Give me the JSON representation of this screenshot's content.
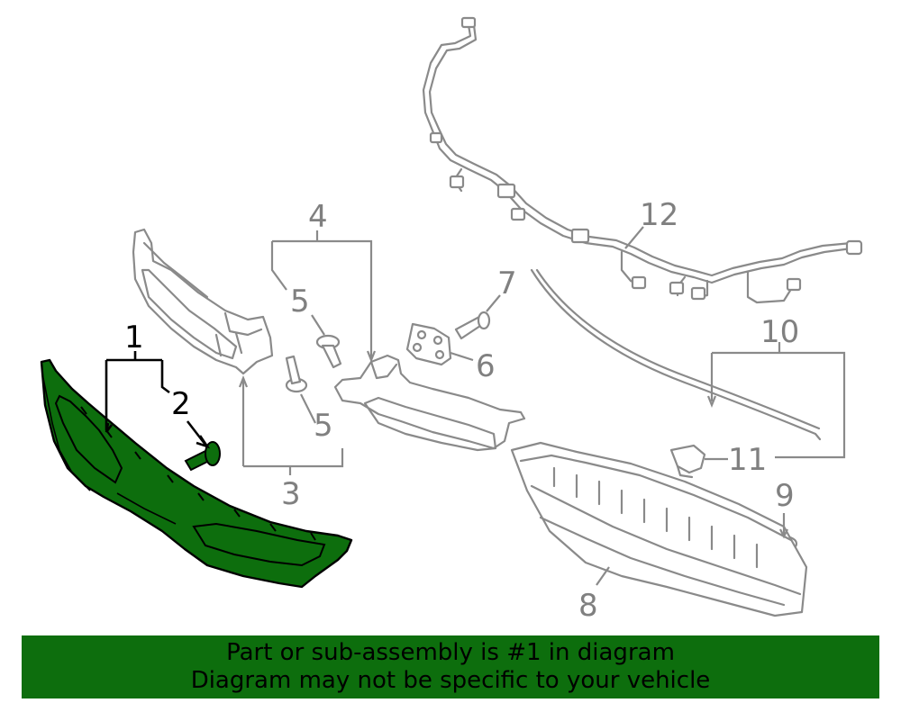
{
  "callouts": {
    "c1": "1",
    "c2": "2",
    "c3": "3",
    "c4": "4",
    "c5a": "5",
    "c5b": "5",
    "c6": "6",
    "c7": "7",
    "c8": "8",
    "c9": "9",
    "c10": "10",
    "c11": "11",
    "c12": "12"
  },
  "banner": {
    "line1": "Part or sub-assembly is #1 in diagram",
    "line2": "Diagram may not be specific to your vehicle"
  },
  "colors": {
    "highlight_part": "#0d6e0d",
    "banner_bg": "#0d6e0d",
    "line_art": "#8a8a8a"
  }
}
